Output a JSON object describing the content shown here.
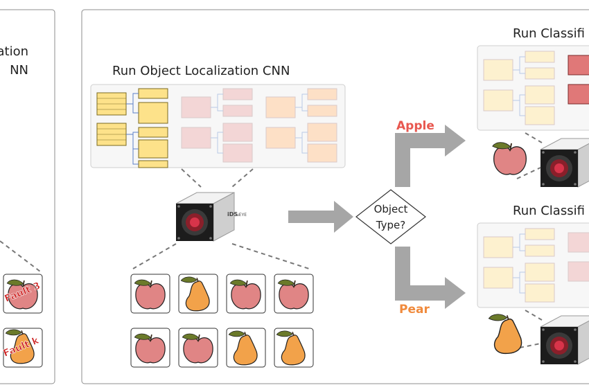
{
  "left_panel": {
    "title_line1": "ation",
    "title_line2": "NN",
    "faults": [
      "Fault 3",
      "Fault k"
    ]
  },
  "main_panel": {
    "title": "Run Object Localization CNN",
    "camera_brand": "iDS",
    "camera_model": "uEYE",
    "fruit_grid": [
      "apple",
      "pear",
      "apple",
      "apple",
      "apple",
      "apple",
      "pear",
      "pear"
    ]
  },
  "decision": {
    "line1": "Object",
    "line2": "Type?",
    "apple_label": "Apple",
    "pear_label": "Pear"
  },
  "right_panels": [
    {
      "title": "Run Classifi",
      "fruit": "apple"
    },
    {
      "title": "Run Classifi",
      "fruit": "pear"
    }
  ],
  "colors": {
    "apple_label": "#e8574f",
    "pear_label": "#f08a3c",
    "apple_fill": "#e08585",
    "pear_fill": "#f2a24a",
    "net_yellow": "#fde28a",
    "net_red": "#f0c8c8",
    "net_orange": "#fbd6bc",
    "arrow": "#a6a6a6",
    "fault": "#cc1f1f"
  }
}
